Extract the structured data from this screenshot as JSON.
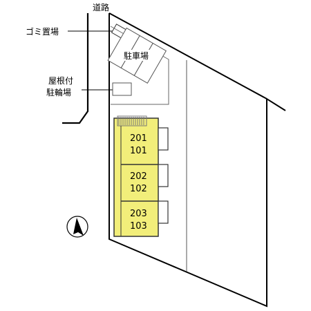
{
  "labels": {
    "road": "道路",
    "garbage_area": "ゴミ置場",
    "parking": "駐車場",
    "bike_parking_line1": "屋根付",
    "bike_parking_line2": "駐輪場"
  },
  "units": [
    {
      "upper": "201",
      "lower": "101"
    },
    {
      "upper": "202",
      "lower": "102"
    },
    {
      "upper": "203",
      "lower": "103"
    }
  ],
  "colors": {
    "building_fill": "#f2ee7a",
    "line": "#000000"
  },
  "icons": {
    "north": "north-arrow-icon"
  }
}
